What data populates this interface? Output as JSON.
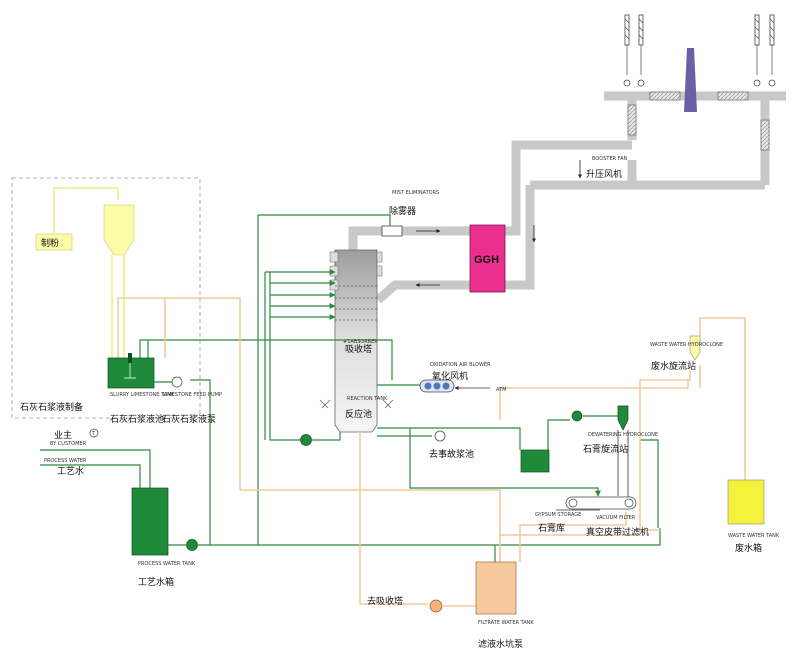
{
  "colors": {
    "duct": "#c8c8c8",
    "green_line": "#2e8b3e",
    "orange_line": "#f3c99c",
    "yellow_line": "#eaea66",
    "ggh": "#ea2f8f",
    "stack": "#6b5fa6",
    "green_tank": "#1e8a3a",
    "yellow_tank": "#f4f23a",
    "filtrate_tank": "#f5c99b",
    "mill_silo": "#fbfba8"
  },
  "labels": {
    "mist_eliminators_en": "MIST ELIMINATORS",
    "mist_eliminators_cn": "除雾器",
    "ggh": "GGH",
    "booster_fan_en": "BOOSTER FAN",
    "booster_fan_cn": "升压风机",
    "absorber_en": "#1ABSORBER",
    "absorber_cn": "吸收塔",
    "reaction_tank_en": "REACTION TANK",
    "reaction_tank_cn": "反应池",
    "oxidation_blower_en": "OXIDATION AIR BLOWER",
    "oxidation_blower_cn": "氧化风机",
    "atm": "ATM",
    "to_accident_tank_cn": "去事故浆池",
    "dewatering_hydroclone_en": "DEWATERING HYDROCLONE",
    "dewatering_hydroclone_cn": "石膏旋流站",
    "waste_water_hydroclone_en": "WASTE WATER HYDROCLONE",
    "waste_water_hydroclone_cn": "废水旋流站",
    "gypsum_storage_en": "GYPSUM STORAGE",
    "gypsum_storage_cn": "石膏库",
    "vacuum_filter_en": "VACUUM FILTER",
    "vacuum_filter_cn": "真空皮带过滤机",
    "waste_water_tank_en": "WASTE WATER TANK",
    "waste_water_tank_cn": "废水箱",
    "filtrate_tank_en": "FILTRATE WATER TANK",
    "filtrate_tank_cn": "滤液水坑泵",
    "to_absorber_cn": "去吸收塔",
    "process_water_tank_en": "PROCESS WATER TANK",
    "process_water_tank_cn": "工艺水箱",
    "process_water_en": "PROCESS WATER",
    "process_water_cn": "工艺水",
    "by_customer_en": "BY CUSTOMER",
    "by_customer_cn": "业主",
    "t_marker": "T",
    "slurry_tank_en": "SLURRY LIMESTONE TANK",
    "slurry_tank_cn": "石灰石浆液池",
    "feed_pump_en": "LIMESTONE FEED PUMP",
    "feed_pump_cn": "石灰石浆液泵",
    "prep_area_cn": "石灰石浆液制备",
    "mill_cn": "制粉"
  }
}
